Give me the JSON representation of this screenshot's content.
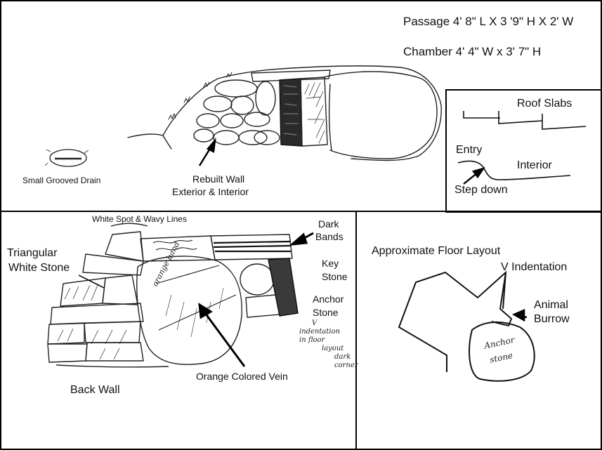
{
  "top_panel": {
    "passage_dims": "Passage 4' 8\" L X 3 '9\" H X 2' W",
    "chamber_dims": "Chamber 4' 4\" W x 3' 7\" H",
    "drain_label": "Small Grooved Drain",
    "rebuilt_wall_line1": "Rebuilt Wall",
    "rebuilt_wall_line2": "Exterior & Interior"
  },
  "inset_panel": {
    "roof_slabs": "Roof Slabs",
    "entry": "Entry",
    "interior": "Interior",
    "step_down": "Step down"
  },
  "back_wall_panel": {
    "white_spot": "White Spot & Wavy Lines",
    "dark_bands_line1": "Dark",
    "dark_bands_line2": "Bands",
    "triangular_line1": "Triangular",
    "triangular_line2": "White Stone",
    "key_stone_line1": "Key",
    "key_stone_line2": "Stone",
    "anchor_stone_line1": "Anchor",
    "anchor_stone_line2": "Stone",
    "orange_vein": "Orange Colored Vein",
    "back_wall": "Back Wall",
    "stone_inscription": "orange band",
    "hand_note": [
      "V",
      "indentation",
      "in floor",
      "layout",
      "dark",
      "corner"
    ]
  },
  "floor_panel": {
    "title": "Approximate Floor Layout",
    "v_indentation": "V Indentation",
    "animal_line1": "Animal",
    "animal_line2": "Burrow",
    "anchor_line1": "Anchor",
    "anchor_line2": "stone"
  }
}
